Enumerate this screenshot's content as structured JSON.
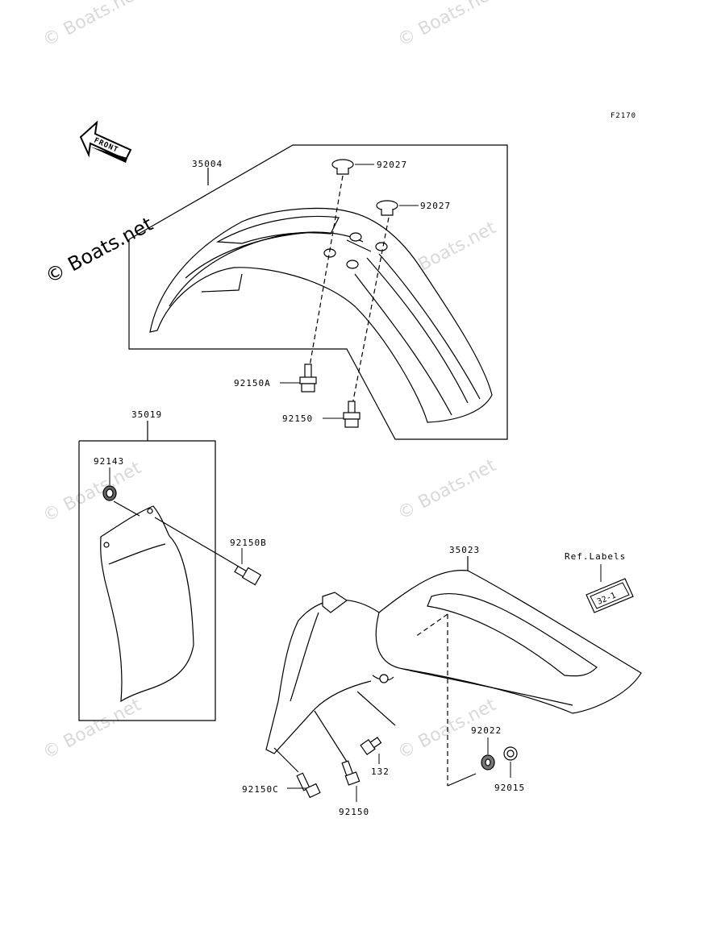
{
  "diagram_code": "F2170",
  "front_arrow_text": "FRONT",
  "watermark": "© Boats.net",
  "parts": {
    "front_fender": "35004",
    "cap_a": "92027",
    "cap_b": "92027",
    "bolt_a": "92150A",
    "bolt_b": "92150",
    "mud_guard": "35019",
    "guard_washer": "92143",
    "guard_bolt": "92150B",
    "rear_fender": "35023",
    "ref_labels": "Ref.Labels",
    "label_code": "32-1",
    "washer": "92022",
    "nut": "92015",
    "rear_bolt": "132",
    "rear_bolt_c": "92150C",
    "rear_bolt_d": "92150"
  }
}
